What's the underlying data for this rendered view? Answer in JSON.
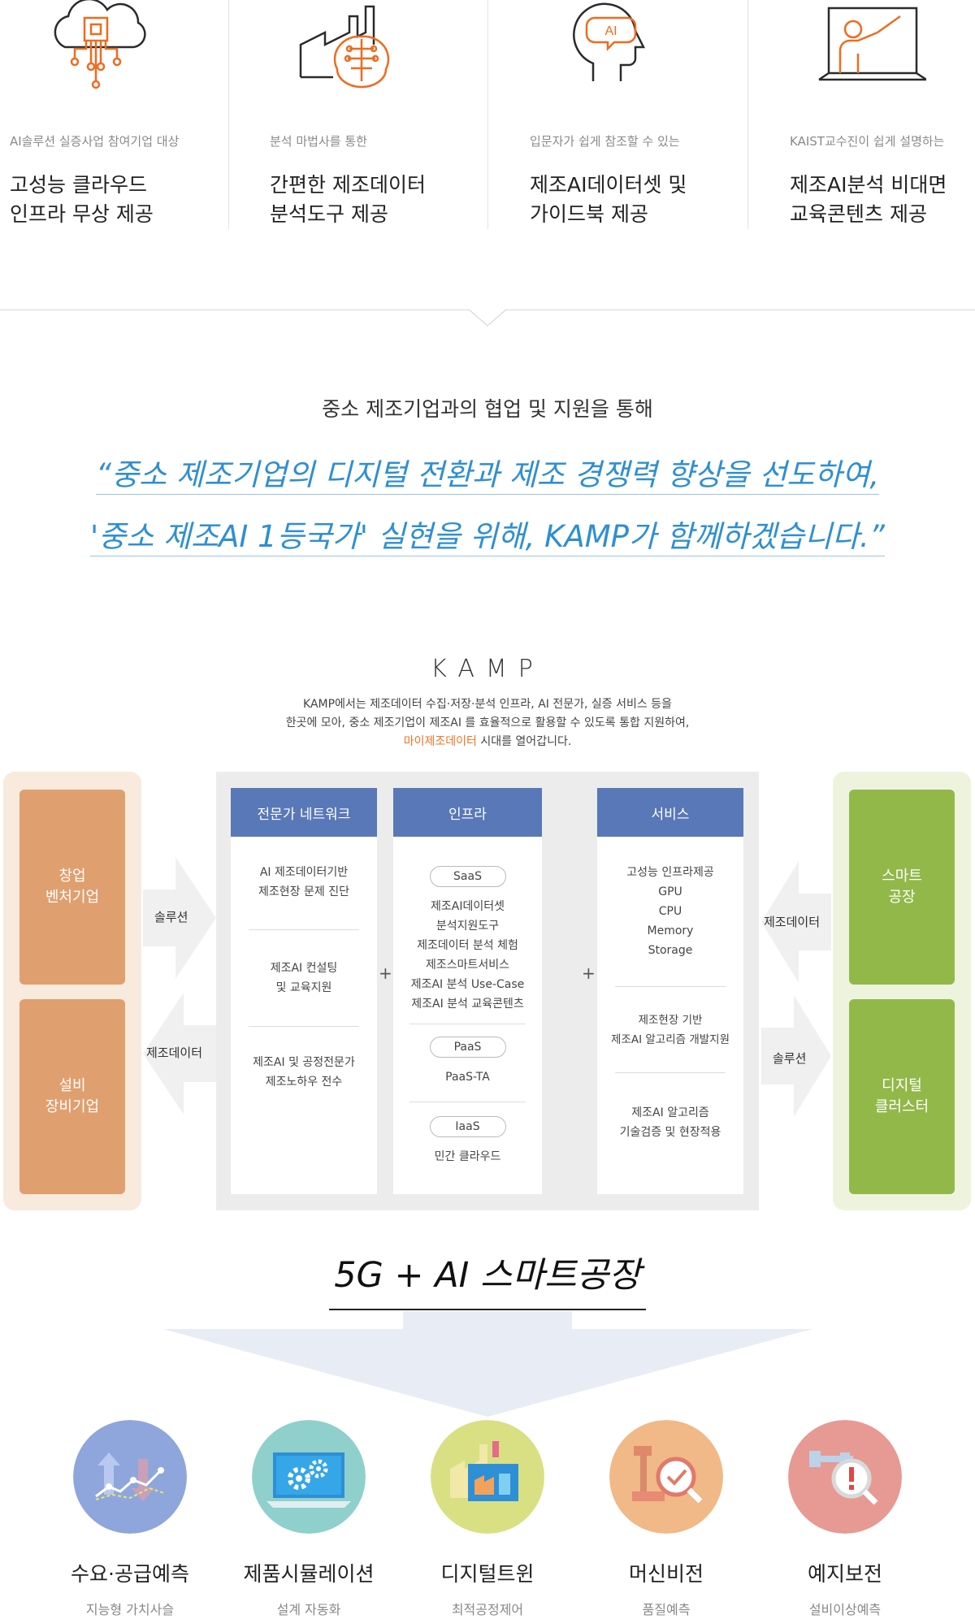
{
  "features": [
    {
      "icon": "cloud-chip-icon",
      "small": "AI솔루션 실증사업 참여기업 대상",
      "line1": "고성능 클라우드",
      "line2": "인프라 무상 제공"
    },
    {
      "icon": "factory-brain-icon",
      "small": "분석 마법사를 통한",
      "line1": "간편한 제조데이터",
      "line2": "분석도구 제공"
    },
    {
      "icon": "ai-head-icon",
      "small": "입문자가 쉽게 참조할 수 있는",
      "line1": "제조AI데이터셋 및",
      "line2": "가이드북 제공"
    },
    {
      "icon": "teacher-board-icon",
      "small": "KAIST교수진이 쉽게 설명하는",
      "line1": "제조AI분석 비대면",
      "line2": "교육콘텐츠 제공"
    }
  ],
  "mission": {
    "subtitle": "중소 제조기업과의 협업 및 지원을 통해",
    "quote1": "“중소 제조기업의 디지털 전환과 제조 경쟁력 향상을 선도하여,",
    "quote2": "'중소 제조AI 1등국가' 실현을 위해, KAMP가 함께하겠습니다.”"
  },
  "kamp": {
    "logo": "KAMP",
    "desc1": "KAMP에서는 제조데이터 수집·저장·분석 인프라, AI 전문가, 실증 서비스 등을",
    "desc2": "한곳에 모아, 중소 제조기업이 제조AI 를 효율적으로 활용할 수 있도록 통합 지원하여,",
    "desc3_highlight": "마이제조데이터",
    "desc3_rest": " 시대를 열어갑니다."
  },
  "left_side": {
    "top": [
      "창업",
      "벤처기업"
    ],
    "bottom": [
      "설비",
      "장비기업"
    ]
  },
  "right_side": {
    "top": [
      "스마트",
      "공장"
    ],
    "bottom": [
      "디지털",
      "클러스터"
    ]
  },
  "arrows": {
    "left_top": "솔루션",
    "left_bottom": "제조데이터",
    "right_top": "제조데이터",
    "right_bottom": "솔루션"
  },
  "columns": {
    "expert": {
      "title": "전문가 네트워크",
      "items": [
        [
          "AI 제조데이터기반",
          "제조현장 문제 진단"
        ],
        [
          "제조AI 컨설팅",
          "및 교육지원"
        ],
        [
          "제조AI 및 공정전문가",
          "제조노하우 전수"
        ]
      ]
    },
    "infra": {
      "title": "인프라",
      "saas": "SaaS",
      "saas_items": [
        "제조AI데이터셋",
        "분석지원도구",
        "제조데이터 분석 체험",
        "제조스마트서비스",
        "제조AI 분석 Use-Case",
        "제조AI 분석 교육콘텐츠"
      ],
      "paas": "PaaS",
      "paas_item": "PaaS-TA",
      "iaas": "IaaS",
      "iaas_item": "민간 클라우드"
    },
    "service": {
      "title": "서비스",
      "items": [
        [
          "고성능 인프라제공",
          "GPU",
          "CPU",
          "Memory",
          "Storage"
        ],
        [
          "제조현장 기반",
          "제조AI 알고리즘 개발지원"
        ],
        [
          "제조AI 알고리즘",
          "기술검증 및 현장적용"
        ]
      ]
    }
  },
  "plus": "+",
  "fiveg": {
    "title": "5G + AI 스마트공장"
  },
  "apps": [
    {
      "icon": "demand-chart-icon",
      "title": "수요·공급예측",
      "sub": "지능형 가치사슬",
      "color": "#8fa6dc"
    },
    {
      "icon": "simulation-gear-icon",
      "title": "제품시뮬레이션",
      "sub": "설계 자동화",
      "color": "#8fd0cc"
    },
    {
      "icon": "digital-twin-factory-icon",
      "title": "디지털트윈",
      "sub": "최적공정제어",
      "color": "#d8e083"
    },
    {
      "icon": "machine-vision-icon",
      "title": "머신비전",
      "sub": "품질예측",
      "color": "#f0b987"
    },
    {
      "icon": "predictive-maintenance-icon",
      "title": "예지보전",
      "sub": "설비이상예측",
      "color": "#e69a93"
    }
  ]
}
